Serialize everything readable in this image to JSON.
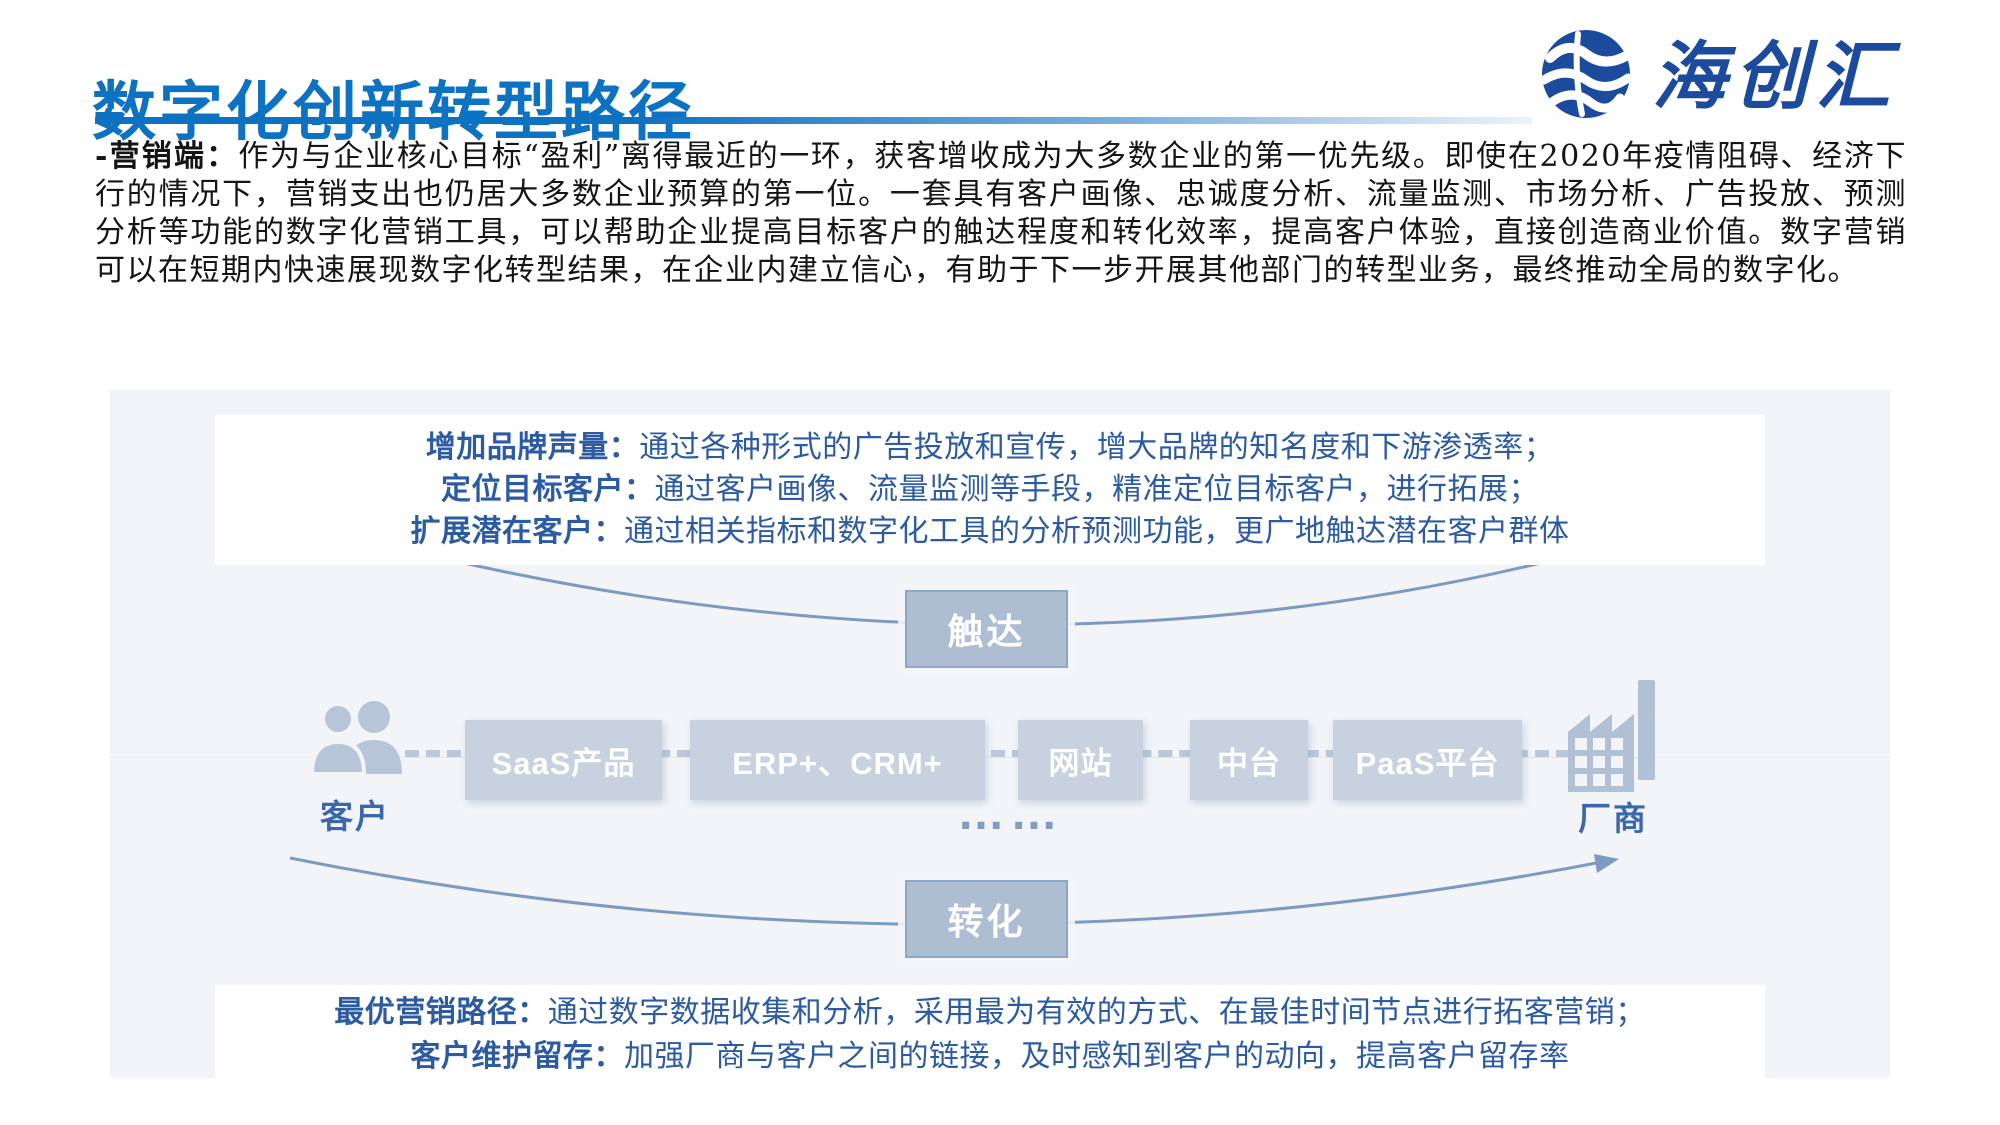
{
  "header": {
    "title": "数字化创新转型路径",
    "logo_text": "海创汇"
  },
  "intro": {
    "lead": "-营销端：",
    "body": "作为与企业核心目标“盈利”离得最近的一环，获客增收成为大多数企业的第一优先级。即使在2020年疫情阻碍、经济下行的情况下，营销支出也仍居大多数企业预算的第一位。一套具有客户画像、忠诚度分析、流量监测、市场分析、广告投放、预测分析等功能的数字化营销工具，可以帮助企业提高目标客户的触达程度和转化效率，提高客户体验，直接创造商业价值。数字营销可以在短期内快速展现数字化转型结果，在企业内建立信心，有助于下一步开展其他部门的转型业务，最终推动全局的数字化。"
  },
  "diagram": {
    "top_box": {
      "lines": [
        {
          "label": "增加品牌声量：",
          "text": "通过各种形式的广告投放和宣传，增大品牌的知名度和下游渗透率；"
        },
        {
          "label": "定位目标客户：",
          "text": "通过客户画像、流量监测等手段，精准定位目标客户，进行拓展；"
        },
        {
          "label": "扩展潜在客户：",
          "text": "通过相关指标和数字化工具的分析预测功能，更广地触达潜在客户群体"
        }
      ]
    },
    "flow": {
      "reach": "触达",
      "convert": "转化",
      "customer": "客户",
      "vendor": "厂商",
      "ellipsis": "……",
      "nodes": [
        "SaaS产品",
        "ERP+、CRM+",
        "网站",
        "中台",
        "PaaS平台"
      ]
    },
    "bottom_box": {
      "lines": [
        {
          "label": "最优营销路径：",
          "text": "通过数字数据收集和分析，采用最为有效的方式、在最佳时间节点进行拓客营销；"
        },
        {
          "label": "客户维护留存：",
          "text": "加强厂商与客户之间的链接，及时感知到客户的动向，提高客户留存率"
        }
      ]
    }
  },
  "colors": {
    "title_blue": "#0e72c3",
    "logo_navy": "#1c4a9c",
    "panel_bg": "#f2f4f7",
    "box_text_blue": "#2c5ba2",
    "node_fill": "#c7d1e0",
    "tag_fill": "#adbed3",
    "arrow": "#7d9ac2",
    "icon_fill": "#b7c5d9"
  }
}
